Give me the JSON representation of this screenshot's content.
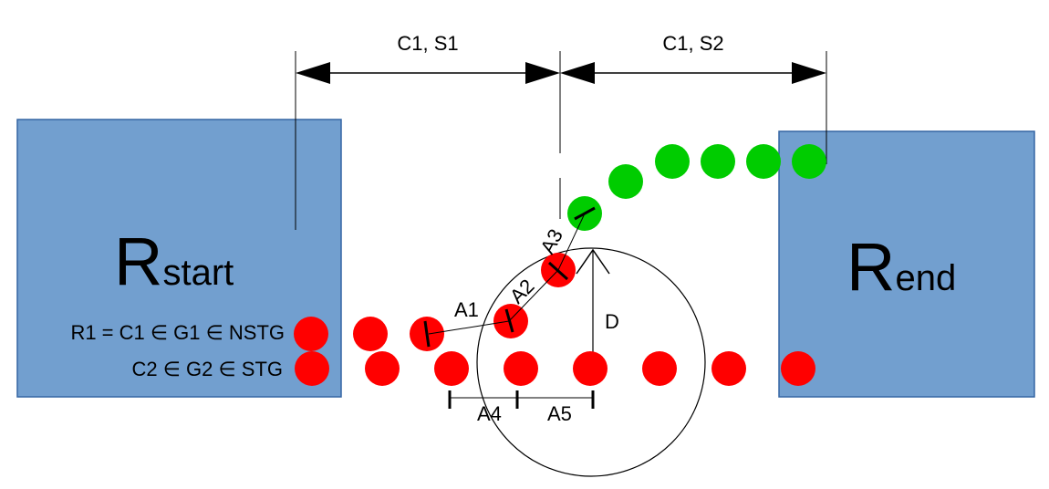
{
  "colors": {
    "room_fill": "#729fcf",
    "room_stroke": "#3465a4",
    "red_dot": "#ff0000",
    "green_dot": "#00cc00",
    "line": "#000000"
  },
  "rooms": {
    "start": {
      "letter": "R",
      "subscript": "start"
    },
    "end": {
      "letter": "R",
      "subscript": "end"
    }
  },
  "dimensions": {
    "segment1": "C1, S1",
    "segment2": "C1, S2"
  },
  "row_labels": {
    "row1": "R1 = C1 ∈ G1 ∈ NSTG",
    "row2": "C2 ∈ G2 ∈ STG"
  },
  "arcs": {
    "a1": "A1",
    "a2": "A2",
    "a3": "A3",
    "a4": "A4",
    "a5": "A5"
  },
  "distance_label": "D"
}
